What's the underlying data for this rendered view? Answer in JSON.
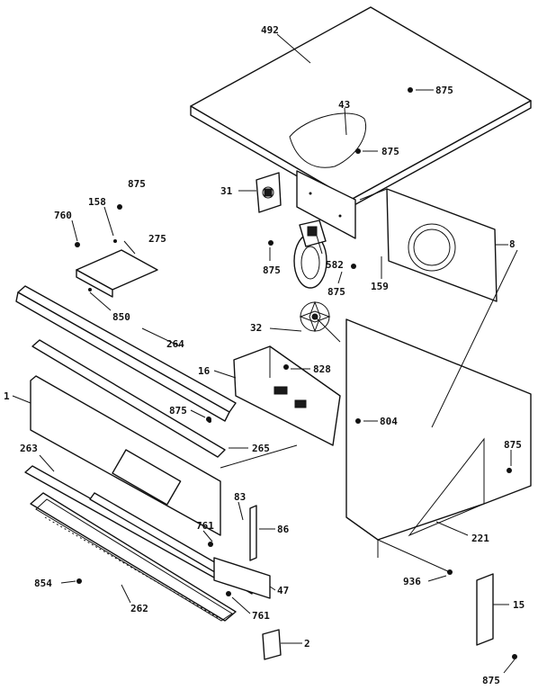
{
  "callouts": {
    "c492": "492",
    "c875_top": "875",
    "c43": "43",
    "c875_b": "875",
    "c31": "31",
    "c875_c": "875",
    "c158": "158",
    "c760": "760",
    "c275": "275",
    "c8": "8",
    "c582": "582",
    "c875_d": "875",
    "c875_e": "875",
    "c159": "159",
    "c850": "850",
    "c264": "264",
    "c32": "32",
    "c16": "16",
    "c828": "828",
    "c1": "1",
    "c875_f": "875",
    "c804": "804",
    "c265": "265",
    "c263": "263",
    "c875_g": "875",
    "c83": "83",
    "c761_a": "761",
    "c86": "86",
    "c221": "221",
    "c854": "854",
    "c47": "47",
    "c936": "936",
    "c262": "262",
    "c761_b": "761",
    "c15": "15",
    "c2": "2",
    "c875_h": "875"
  }
}
